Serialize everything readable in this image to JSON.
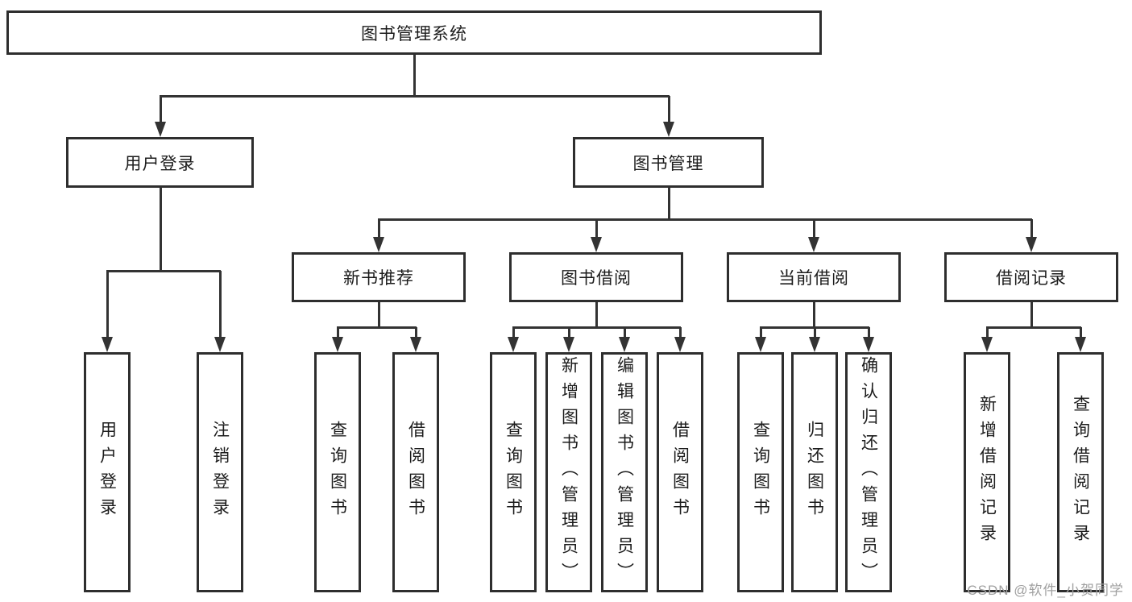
{
  "colors": {
    "line": "#333333",
    "box_border": "#2e2e2e",
    "text": "#1c1c1c",
    "background": "#ffffff",
    "watermark": "#a0a0a0"
  },
  "diagram": {
    "title": "图书管理系统",
    "level2": {
      "user_login": "用户登录",
      "book_management": "图书管理"
    },
    "level3": {
      "new_book_recommend": "新书推荐",
      "book_borrow": "图书借阅",
      "current_borrow": "当前借阅",
      "borrow_records": "借阅记录"
    },
    "level4": {
      "user_login": "用户登录",
      "logout": "注销登录",
      "recommend_query_books": "查询图书",
      "recommend_borrow_books": "借阅图书",
      "borrow_query_books": "查询图书",
      "borrow_add_books": "新增图书（管理员）",
      "borrow_edit_books": "编辑图书（管理员）",
      "borrow_borrow_books": "借阅图书",
      "current_query_books": "查询图书",
      "current_return_books": "归还图书",
      "current_confirm_return": "确认归还（管理员）",
      "records_add": "新增借阅记录",
      "records_query": "查询借阅记录"
    }
  },
  "watermark": "CSDN @软件_小贺同学"
}
